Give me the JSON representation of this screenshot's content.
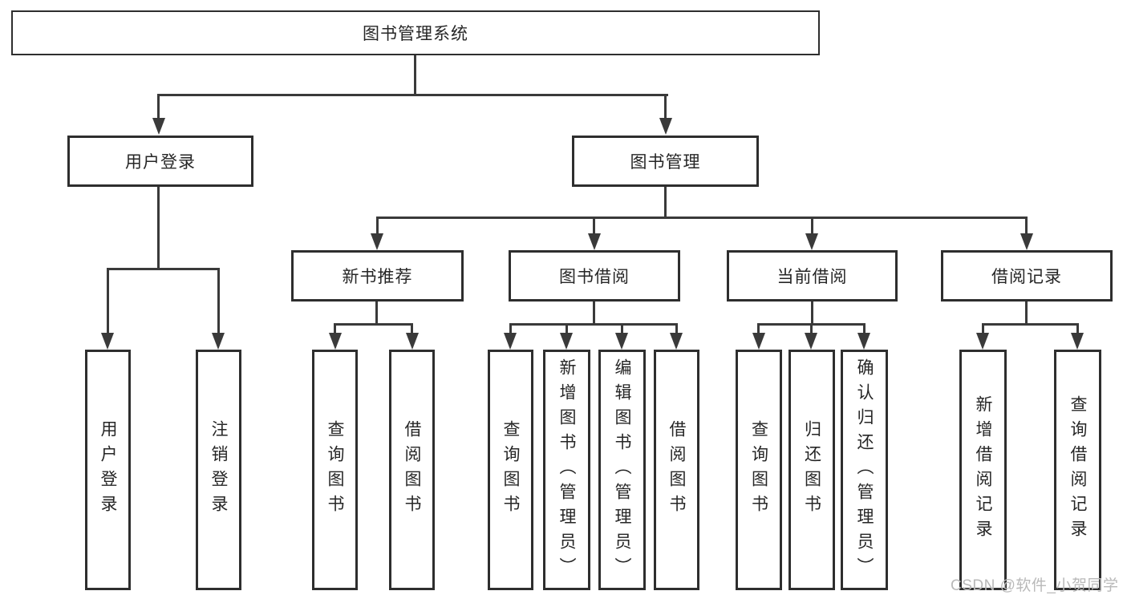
{
  "tree": {
    "root": "图书管理系统",
    "branches": [
      {
        "label": "用户登录",
        "leaves": [
          "用户登录",
          "注销登录"
        ]
      },
      {
        "label": "图书管理",
        "sections": [
          {
            "label": "新书推荐",
            "leaves": [
              "查询图书",
              "借阅图书"
            ]
          },
          {
            "label": "图书借阅",
            "leaves": [
              "查询图书",
              "新增图书（管理员）",
              "编辑图书（管理员）",
              "借阅图书"
            ]
          },
          {
            "label": "当前借阅",
            "leaves": [
              "查询图书",
              "归还图书",
              "确认归还（管理员）"
            ]
          },
          {
            "label": "借阅记录",
            "leaves": [
              "新增借阅记录",
              "查询借阅记录"
            ]
          }
        ]
      }
    ]
  },
  "watermark": "CSDN @软件_小贺同学",
  "colors": {
    "background": "#ffffff",
    "line": "#3a3a3a",
    "box_border": "#2e2e2e",
    "text": "#262626",
    "watermark_text": "#b9b9b9"
  }
}
